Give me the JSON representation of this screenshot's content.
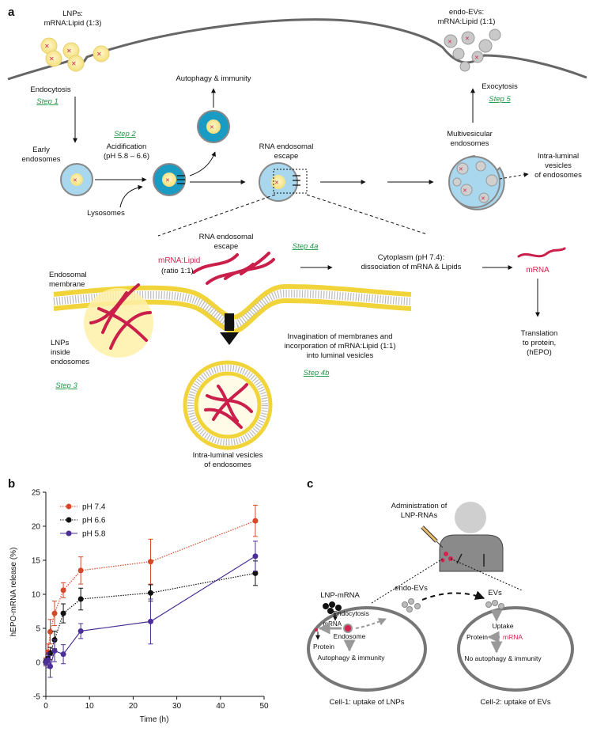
{
  "panel_a": {
    "label": "a",
    "lnps_title": [
      "LNPs:",
      "mRNA:Lipid (1:3)"
    ],
    "endo_evs_title": [
      "endo-EVs:",
      "mRNA:Lipid (1:1)"
    ],
    "endocytosis": "Endocytosis",
    "step1": "Step 1",
    "autophagy": "Autophagy & immunity",
    "exocytosis": "Exocytosis",
    "step5": "Step 5",
    "step2": "Step 2",
    "acidification": [
      "Acidification",
      "(pH 5.8 – 6.6)"
    ],
    "early_endosomes": [
      "Early",
      "endosomes"
    ],
    "lysosomes": "Lysosomes",
    "rna_escape_top": [
      "RNA endosomal",
      "escape"
    ],
    "multivesicular": [
      "Multivesicular",
      "endosomes"
    ],
    "intraluminal_right": [
      "Intra-luminal",
      "vesicles",
      "of endosomes"
    ],
    "rna_escape_mid": [
      "RNA endosomal",
      "escape"
    ],
    "step4a": "Step 4a",
    "cytoplasm": [
      "Cytoplasm (pH 7.4):",
      "dissociation of mRNA & Lipids"
    ],
    "mrna_lipid": "mRNA:Lipid",
    "ratio": "(ratio 1:1)",
    "endosomal_membrane": [
      "Endosomal",
      "membrane"
    ],
    "mrna": "mRNA",
    "lnps_inside": [
      "LNPs",
      "inside",
      "endosomes"
    ],
    "invagination": [
      "Invagination of membranes and",
      "incorporation of mRNA:Lipid (1:1)",
      "into luminal vesicles"
    ],
    "translation": [
      "Translation",
      "to protein,",
      "(hEPO)"
    ],
    "step3": "Step 3",
    "step4b": "Step 4b",
    "intraluminal_bottom": [
      "Intra-luminal vesicles",
      "of endosomes"
    ]
  },
  "panel_b": {
    "label": "b",
    "chart_data": {
      "type": "line",
      "xlabel": "Time (h)",
      "ylabel": "hEPO-mRNA release (%)",
      "xlim": [
        0,
        50
      ],
      "ylim": [
        -5,
        25
      ],
      "x_ticks": [
        0,
        10,
        20,
        30,
        40,
        50
      ],
      "y_ticks": [
        -5,
        0,
        5,
        10,
        15,
        20,
        25
      ],
      "legend_position": "top-left",
      "series": [
        {
          "name": "pH 7.4",
          "color": "#d5492a",
          "style": "dotted",
          "x": [
            0,
            0.5,
            1,
            2,
            4,
            8,
            24,
            48
          ],
          "y": [
            0.1,
            1.5,
            4.5,
            7.2,
            10.6,
            13.5,
            14.8,
            20.8
          ],
          "err": [
            0.6,
            1.2,
            1.8,
            1.8,
            1.1,
            2.0,
            3.3,
            2.3
          ]
        },
        {
          "name": "pH 6.6",
          "color": "#111111",
          "style": "dotted",
          "x": [
            0,
            0.5,
            1,
            2,
            4,
            8,
            24,
            48
          ],
          "y": [
            0.1,
            0.6,
            1.3,
            3.3,
            7.2,
            9.3,
            10.2,
            13.1
          ],
          "err": [
            0.4,
            0.6,
            0.9,
            1.3,
            1.4,
            1.6,
            1.2,
            1.8
          ]
        },
        {
          "name": "pH 5.8",
          "color": "#4b2f96",
          "style": "solid",
          "x": [
            0,
            0.5,
            1,
            2,
            4,
            8,
            24,
            48
          ],
          "y": [
            0.0,
            0.3,
            -0.6,
            1.7,
            1.2,
            4.6,
            6.0,
            15.6
          ],
          "err": [
            0.5,
            1.1,
            1.6,
            1.6,
            1.4,
            1.1,
            3.3,
            2.2
          ]
        }
      ]
    }
  },
  "panel_c": {
    "label": "c",
    "administration": [
      "Administration of",
      "LNP-RNAs"
    ],
    "lnp_mrna": "LNP-mRNA",
    "endo_evs": "endo-EVs",
    "evs": "EVs",
    "endocytosis": "Endocytosis",
    "mrna_left": "mRNA",
    "endosome": "Endosome",
    "protein_left": "Protein",
    "autophagy_left": "Autophagy & immunity",
    "uptake": "Uptake",
    "protein_right": "Protein",
    "mrna_right": "mRNA",
    "no_autophagy": "No autophagy & immunity",
    "cell1": "Cell-1: uptake of LNPs",
    "cell2": "Cell-2: uptake of EVs"
  }
}
